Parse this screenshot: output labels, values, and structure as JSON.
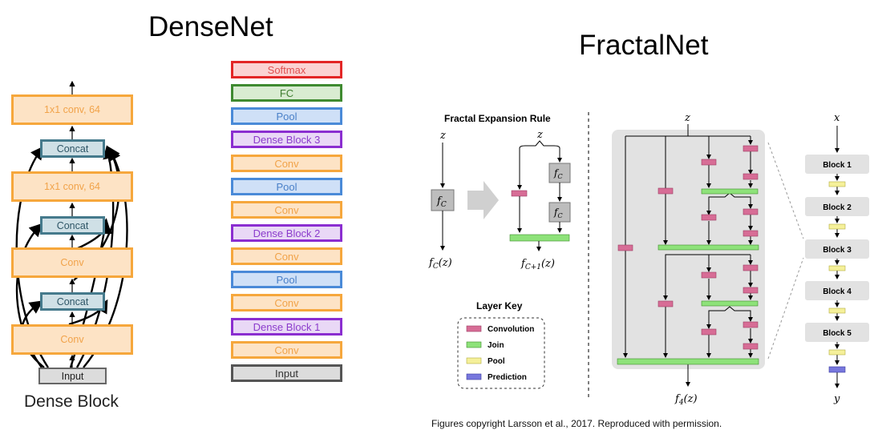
{
  "titles": {
    "densenet": "DenseNet",
    "fractalnet": "FractalNet",
    "dense_block": "Dense Block"
  },
  "dense_block": {
    "input": "Input",
    "conv1": "Conv",
    "concat1": "Concat",
    "conv2": "Conv",
    "concat2": "Concat",
    "conv1x1_a": "1x1 conv, 64",
    "concat3": "Concat",
    "conv1x1_b": "1x1 conv, 64"
  },
  "densenet_stack": [
    "Softmax",
    "FC",
    "Pool",
    "Dense Block 3",
    "Conv",
    "Pool",
    "Conv",
    "Dense Block 2",
    "Conv",
    "Pool",
    "Conv",
    "Dense Block 1",
    "Conv",
    "Input"
  ],
  "fractal": {
    "rule_title": "Fractal Expansion Rule",
    "layer_key_title": "Layer Key",
    "layer_key": [
      {
        "label": "Convolution",
        "color": "#d76d96"
      },
      {
        "label": "Join",
        "color": "#8ee27a"
      },
      {
        "label": "Pool",
        "color": "#f5f09a"
      },
      {
        "label": "Prediction",
        "color": "#7777dd"
      }
    ],
    "blocks": [
      "Block 1",
      "Block 2",
      "Block 3",
      "Block 4",
      "Block 5"
    ],
    "math": {
      "z": "z",
      "x": "x",
      "y": "y",
      "fc": "f",
      "fc_sub": "C",
      "fcz": "f",
      "fcz_sub": "C",
      "fcz_arg": "(z)",
      "fc1z": "f",
      "fc1z_sub": "C+1",
      "fc1z_arg": "(z)",
      "f4z": "f",
      "f4z_sub": "4",
      "f4z_arg": "(z)"
    }
  },
  "copyright": "Figures copyright Larsson et al., 2017. Reproduced with permission."
}
